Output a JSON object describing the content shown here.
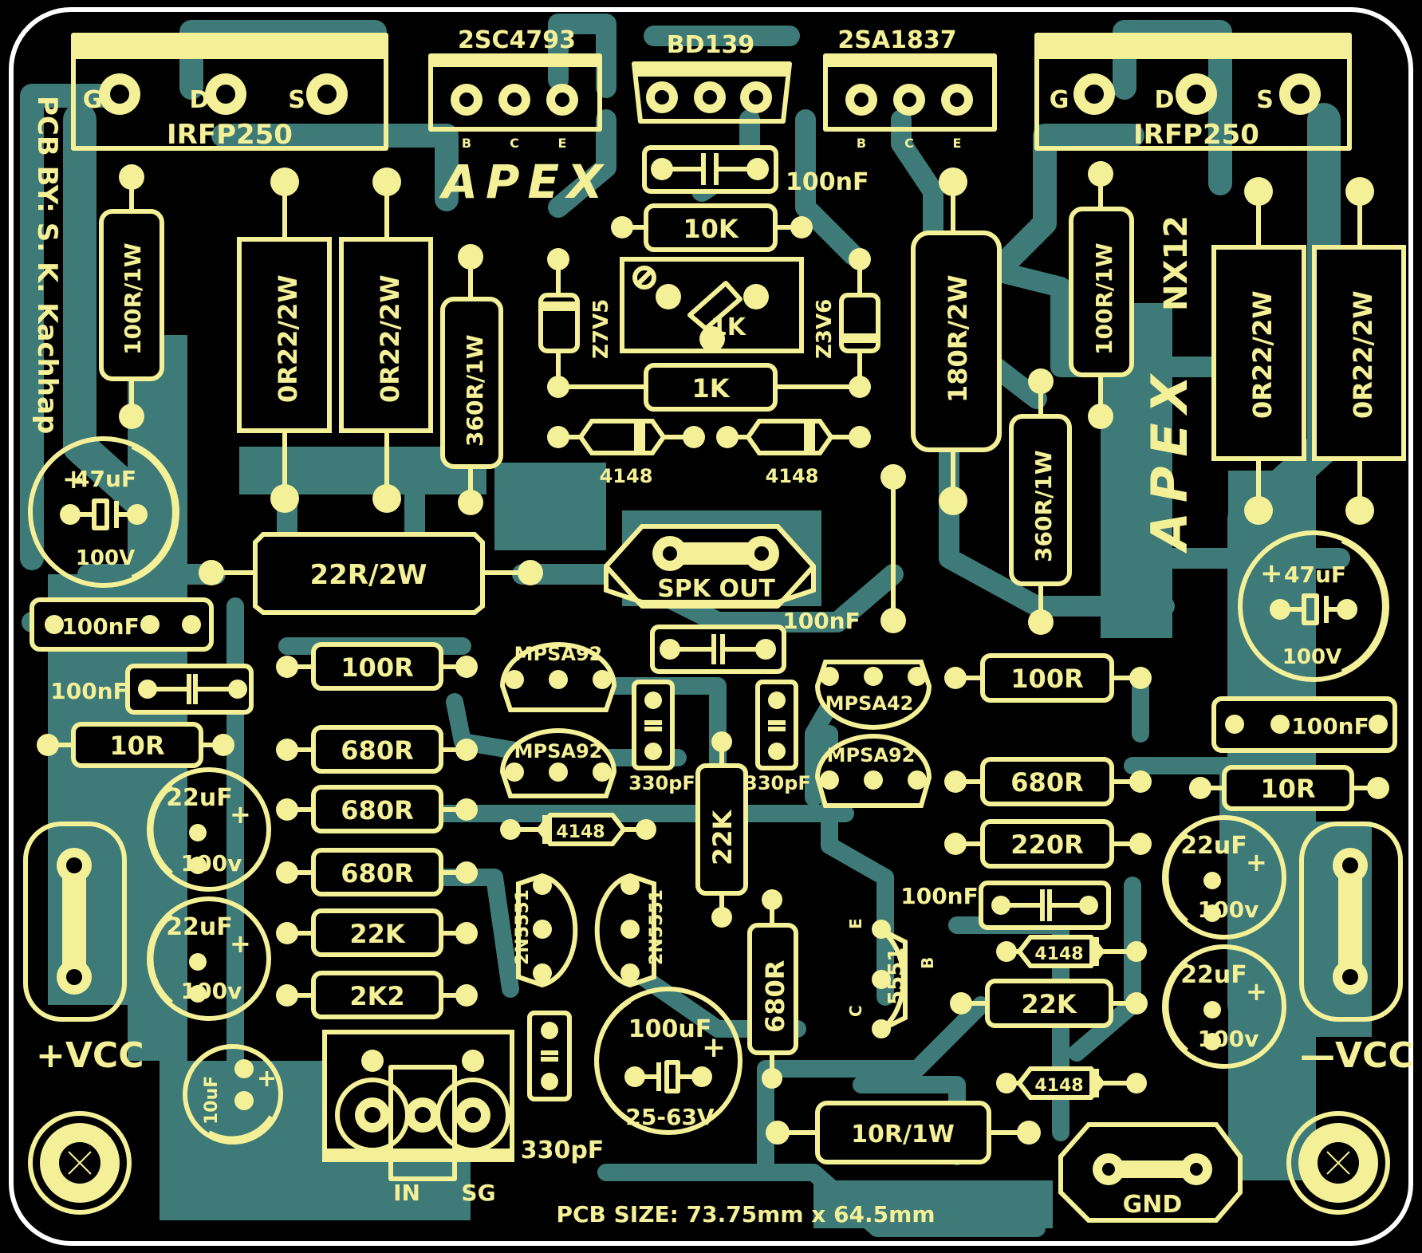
{
  "board": {
    "credit": "PCB BY: S. K. Kachhap",
    "brand": "APEX",
    "model": "NX12",
    "size_label": "PCB SIZE: 73.75mm x 64.5mm",
    "vcc_pos": "+VCC",
    "vcc_neg": "—VCC",
    "gnd": "GND",
    "spk_out": "SPK OUT",
    "input": "IN",
    "signal_ground": "SG",
    "colors": {
      "background": "#000000",
      "copper": "#3d7a78",
      "silkscreen": "#f4f097"
    }
  },
  "transistors": {
    "mosfet_left": {
      "part": "IRFP250",
      "pins": [
        "G",
        "D",
        "S"
      ]
    },
    "mosfet_right": {
      "part": "IRFP250",
      "pins": [
        "G",
        "D",
        "S"
      ]
    },
    "driver_left": {
      "part": "2SC4793",
      "pins": [
        "B",
        "C",
        "E"
      ]
    },
    "bias": {
      "part": "BD139"
    },
    "driver_right": {
      "part": "2SA1837",
      "pins": [
        "B",
        "C",
        "E"
      ]
    },
    "mpsa92_a": "MPSA92",
    "mpsa92_b": "MPSA92",
    "mpsa42": "MPSA42",
    "mpsa92_c": "MPSA92",
    "q_2n5551_a": "2N5551",
    "q_2n5551_b": "2N5551",
    "q_5551": {
      "part": "5551",
      "pins": [
        "E",
        "B",
        "C"
      ]
    }
  },
  "components": {
    "r_100r1w_left": "100R/1W",
    "r_0r22_1": "0R22/2W",
    "r_0r22_2": "0R22/2W",
    "r_360r_left": "360R/1W",
    "c_100nf_top": "100nF",
    "r_10k": "10K",
    "pot_1k": "1K",
    "zener_left": "Z7V5",
    "zener_right": "Z3V6",
    "r_1k": "1K",
    "d_4148_a": "4148",
    "d_4148_b": "4148",
    "r_180r": "180R/2W",
    "r_100r1w_right": "100R/1W",
    "r_360r_right": "360R/1W",
    "r_0r22_3": "0R22/2W",
    "r_0r22_4": "0R22/2W",
    "c_47uf_left": {
      "value": "47uF",
      "voltage": "100V"
    },
    "c_47uf_right": {
      "value": "47uF",
      "voltage": "100V"
    },
    "r_22r2w": "22R/2W",
    "c_100nf_l1": "100nF",
    "c_100nf_l2": "100nF",
    "r_10r_left": "10R",
    "c_22uf_l1": {
      "value": "22uF",
      "voltage": "100v"
    },
    "c_22uf_l2": {
      "value": "22uF",
      "voltage": "100v"
    },
    "r_100r_l": "100R",
    "r_680r_1": "680R",
    "r_680r_2": "680R",
    "r_680r_3": "680R",
    "r_22k_l": "22K",
    "r_2k2": "2K2",
    "c_100nf_mid": "100nF",
    "c_330pf_a": "330pF",
    "c_330pf_b": "330pF",
    "d_4148_c": "4148",
    "r_22k_mid": "22K",
    "r_680r_v": "680R",
    "c_100uf": {
      "value": "100uF",
      "voltage": "25-63V"
    },
    "c_330pf_in": "330pF",
    "c_10uf": "10uF",
    "r_10r1w": "10R/1W",
    "r_100r_r": "100R",
    "c_100nf_r1": "100nF",
    "r_10r_right": "10R",
    "r_680r_r": "680R",
    "r_220r": "220R",
    "c_100nf_r2": "100nF",
    "d_4148_d": "4148",
    "r_22k_r": "22K",
    "d_4148_e": "4148",
    "c_22uf_r1": {
      "value": "22uF",
      "voltage": "100v"
    },
    "c_22uf_r2": {
      "value": "22uF",
      "voltage": "100v"
    }
  }
}
